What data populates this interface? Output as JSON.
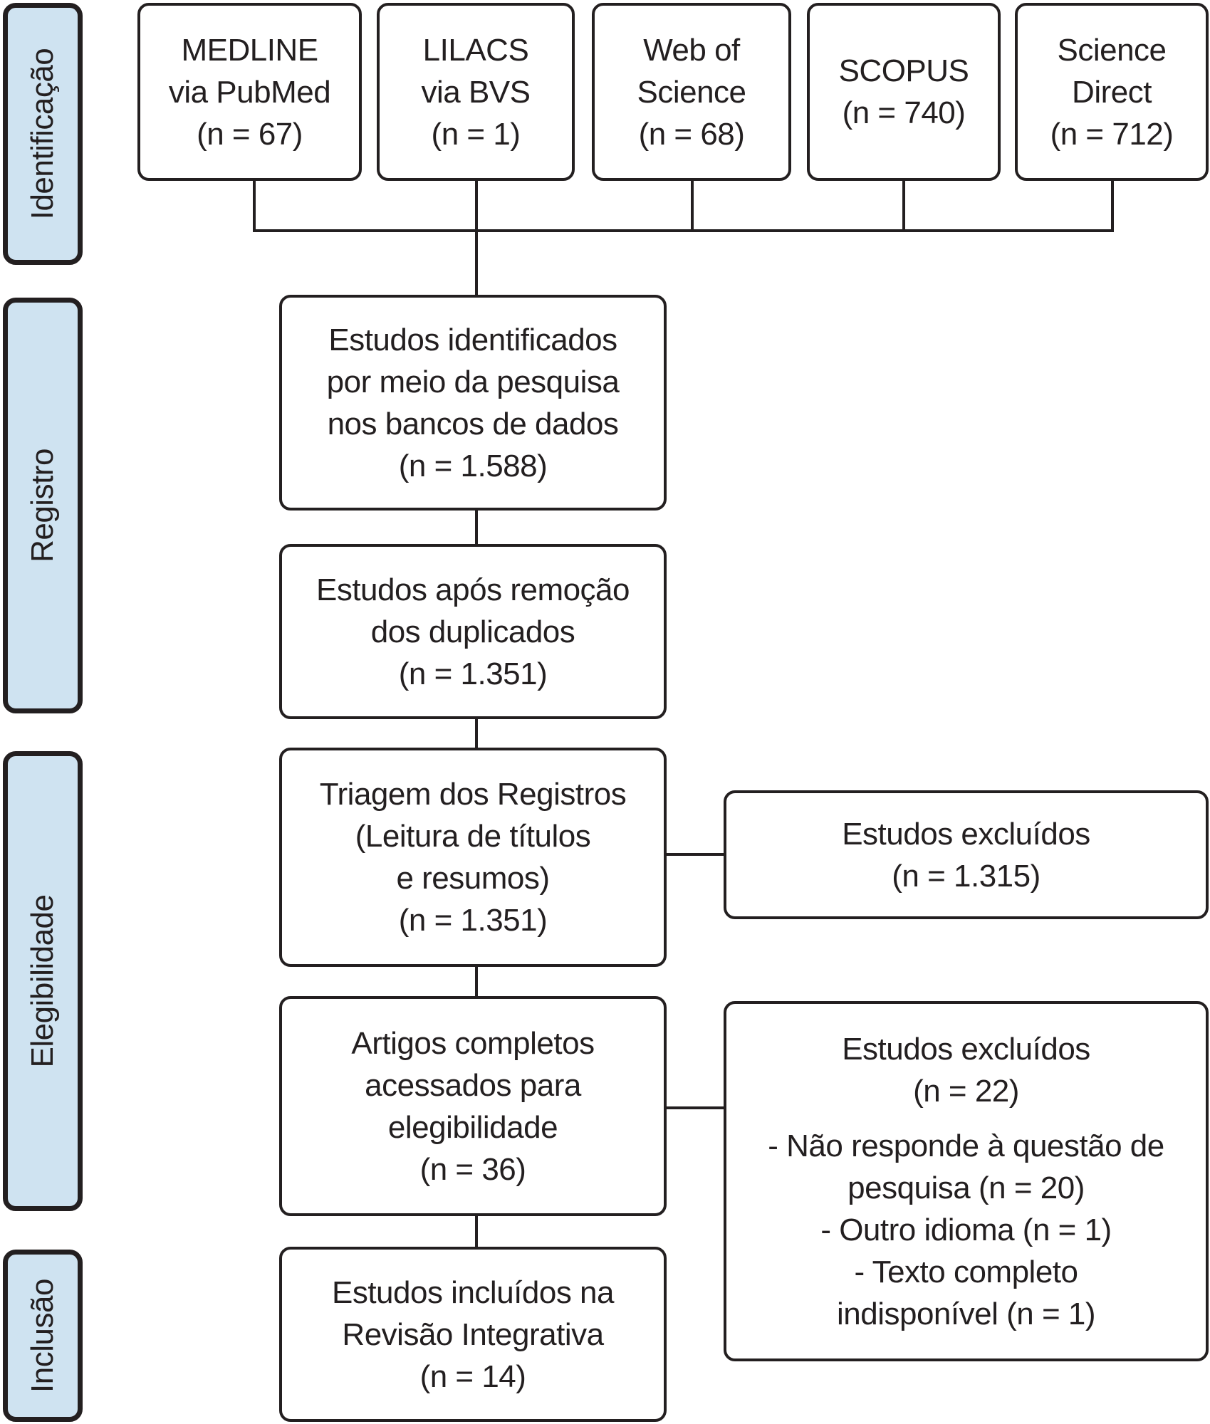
{
  "phases": {
    "identificacao": "Identificação",
    "registro": "Registro",
    "elegibilidade": "Elegibilidade",
    "inclusao": "Inclusão"
  },
  "sources": [
    {
      "line1": "MEDLINE",
      "line2": "via PubMed",
      "count": "(n = 67)"
    },
    {
      "line1": "LILACS",
      "line2": "via BVS",
      "count": "(n = 1)"
    },
    {
      "line1": "Web of",
      "line2": "Science",
      "count": "(n = 68)"
    },
    {
      "line1": "SCOPUS",
      "line2": "",
      "count": "(n = 740)"
    },
    {
      "line1": "Science",
      "line2": "Direct",
      "count": "(n = 712)"
    }
  ],
  "identified": {
    "lines": [
      "Estudos identificados",
      "por meio da pesquisa",
      "nos bancos de dados"
    ],
    "count": "(n = 1.588)"
  },
  "deduplicated": {
    "lines": [
      "Estudos após remoção",
      "dos duplicados"
    ],
    "count": "(n = 1.351)"
  },
  "screening": {
    "lines": [
      "Triagem dos Registros",
      "(Leitura de títulos",
      "e resumos)"
    ],
    "count": "(n = 1.351)"
  },
  "excluded_screening": {
    "title": "Estudos excluídos",
    "count": "(n = 1.315)"
  },
  "fulltext": {
    "lines": [
      "Artigos completos",
      "acessados para",
      "elegibilidade"
    ],
    "count": "(n = 36)"
  },
  "excluded_fulltext": {
    "title": "Estudos excluídos",
    "count": "(n = 22)",
    "reasons": [
      "- Não responde à questão de",
      "pesquisa (n = 20)",
      "- Outro idioma (n = 1)",
      "- Texto completo",
      "indisponível (n = 1)"
    ]
  },
  "included": {
    "lines": [
      "Estudos incluídos na",
      "Revisão Integrativa"
    ],
    "count": "(n = 14)"
  }
}
